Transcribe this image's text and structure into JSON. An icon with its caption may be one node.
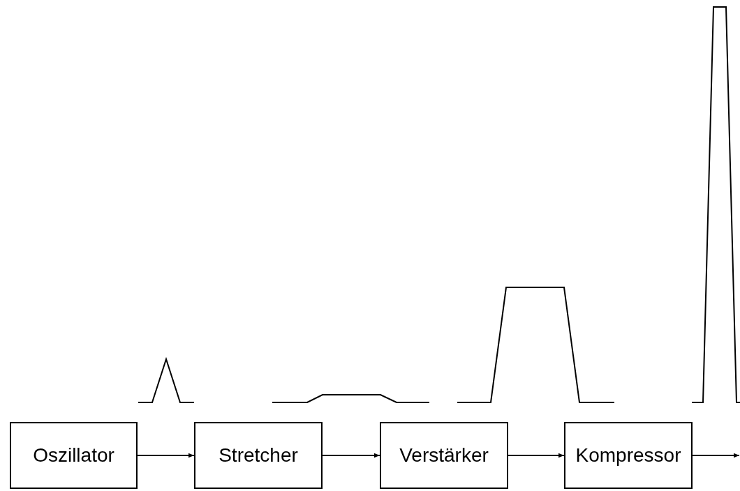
{
  "diagram": {
    "nodes": [
      {
        "text": [
          "Oszillator"
        ]
      },
      {
        "text": [
          "Stretcher"
        ]
      },
      {
        "text": [
          "Verstärker"
        ]
      },
      {
        "text": [
          "Kompressor"
        ]
      }
    ],
    "edges": [
      {
        "from": 0,
        "to": 1,
        "arrow": "to"
      },
      {
        "from": 1,
        "to": 2,
        "arrow": "to"
      },
      {
        "from": 2,
        "to": 3,
        "arrow": "to"
      },
      {
        "from": 3,
        "to": null,
        "arrow": "to"
      }
    ]
  }
}
